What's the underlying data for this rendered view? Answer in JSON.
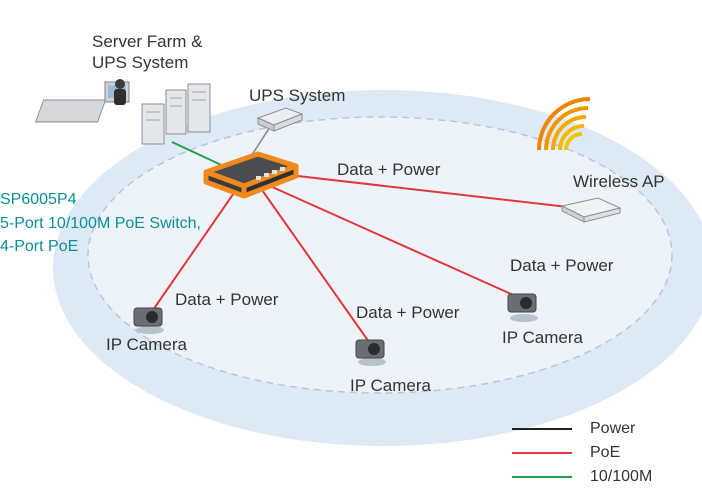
{
  "labels": {
    "server_farm_line1": "Server Farm &",
    "server_farm_line2": "UPS System",
    "ups_system": "UPS System",
    "wireless_ap": "Wireless AP",
    "switch_model": "SP6005P4",
    "switch_desc_line1": "5-Port 10/100M PoE Switch,",
    "switch_desc_line2": "4-Port PoE",
    "data_power_ap": "Data + Power",
    "data_power_right": "Data + Power",
    "data_power_left": "Data + Power",
    "data_power_center": "Data + Power",
    "ip_camera_left": "IP Camera",
    "ip_camera_center": "IP Camera",
    "ip_camera_right": "IP Camera"
  },
  "legend": [
    {
      "label": "Power",
      "color": "#222222"
    },
    {
      "label": "PoE",
      "color": "#e0383a"
    },
    {
      "label": "10/100M",
      "color": "#1fa24a"
    }
  ],
  "colors": {
    "ring_fill": "#ddeaf6",
    "inner_fill": "#edf3f9",
    "switch_outline": "#f08a1c",
    "poe_line": "#e0383a",
    "data_line": "#1fa24a",
    "accent_text": "#0a8f98"
  }
}
